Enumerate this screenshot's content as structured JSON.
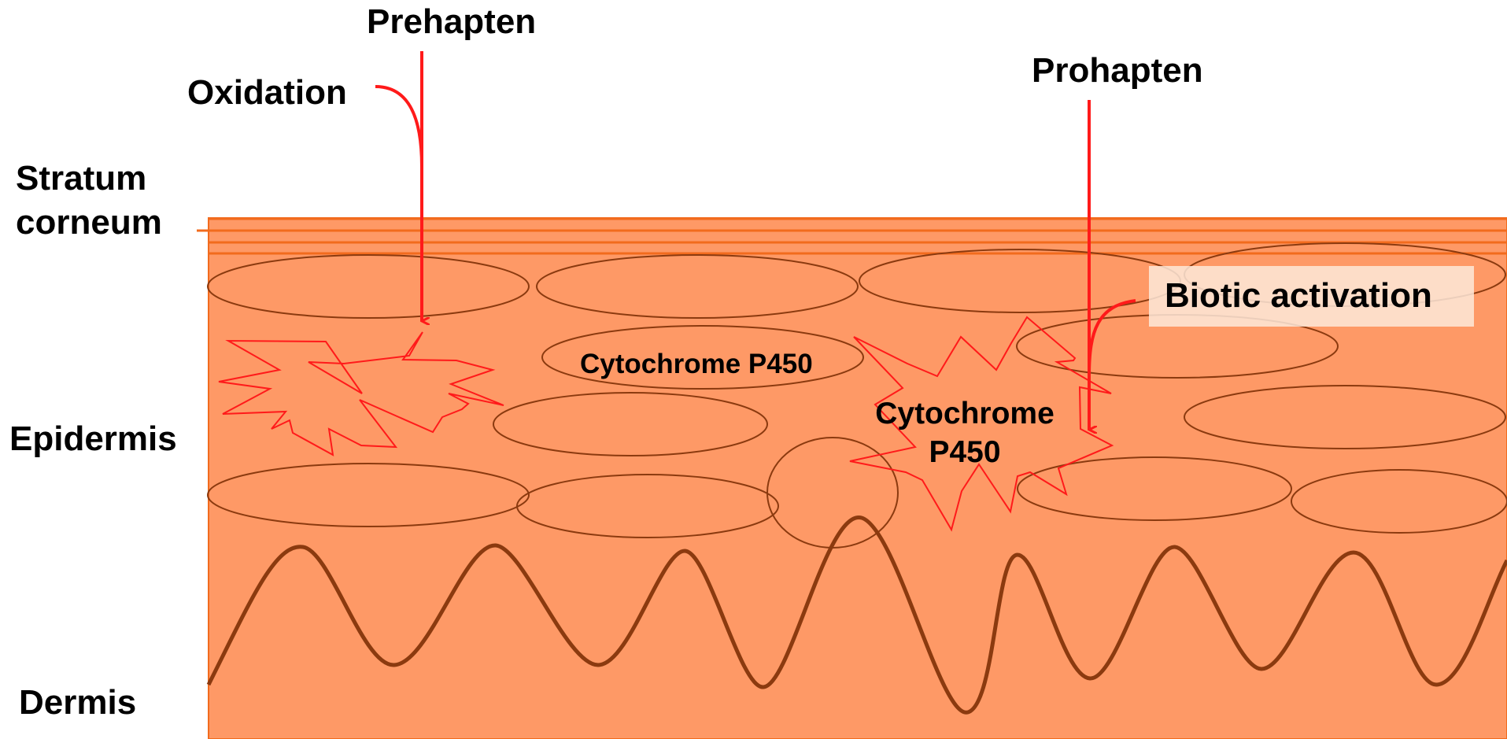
{
  "labels": {
    "prehapten": "Prehapten",
    "oxidation": "Oxidation",
    "prohapten": "Prohapten",
    "stratum_corneum_line1": "Stratum",
    "stratum_corneum_line2": "corneum",
    "epidermis": "Epidermis",
    "dermis": "Dermis",
    "biotic_activation": "Biotic activation",
    "cytochrome_cell": "Cytochrome P450",
    "cytochrome_star_line1": "Cytochrome",
    "cytochrome_star_line2": "P450"
  },
  "colors": {
    "skin_fill": "#fe9966",
    "skin_border": "#f26b1d",
    "stratum_lines": "#f26b1d",
    "cell_outline": "#8b3a0f",
    "wave": "#8b3a0f",
    "arrows": "#ff1a1a",
    "star_outline": "#ff1a1a",
    "label_box": "#fde9d9"
  }
}
